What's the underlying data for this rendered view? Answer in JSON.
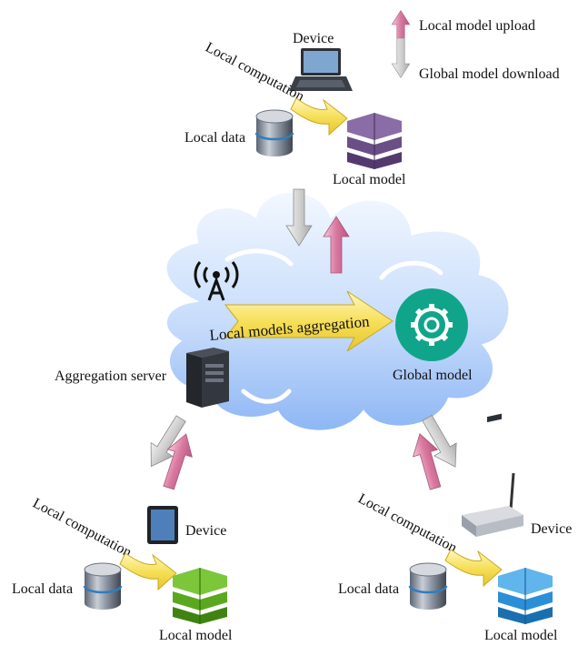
{
  "legend": {
    "upload": "Local model upload",
    "download": "Global model download"
  },
  "top_client": {
    "device": "Device",
    "computation": "Local computation",
    "data": "Local data",
    "model": "Local model"
  },
  "left_client": {
    "device": "Device",
    "computation": "Local computation",
    "data": "Local data",
    "model": "Local model"
  },
  "right_client": {
    "device": "Device",
    "computation": "Local computation",
    "data": "Local data",
    "model": "Local model"
  },
  "cloud": {
    "aggregation": "Local models aggregation",
    "server": "Aggregation server",
    "global_model": "Global model"
  },
  "colors": {
    "upload_arrow": "#d9789f",
    "download_arrow": "#c8c8c8",
    "cloud_top": "#eaf2ff",
    "cloud_bottom": "#8fb8f6",
    "global_model": "#10a58a",
    "model_top": "#6a4f86",
    "model_left": "#5aa81e",
    "model_right": "#2a8fd6",
    "yellow_arrow": "#f7e26a"
  }
}
